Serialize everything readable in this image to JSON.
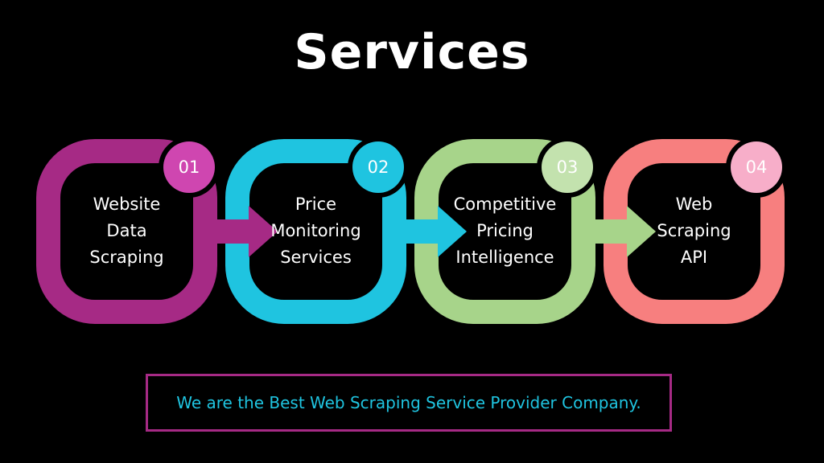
{
  "title": "Services",
  "steps": [
    {
      "number": "01",
      "label_lines": [
        "Website",
        "Data",
        "Scraping"
      ],
      "color": "#a62a85",
      "badge_color": "#cf46b0"
    },
    {
      "number": "02",
      "label_lines": [
        "Price",
        "Monitoring",
        "Services"
      ],
      "color": "#1fc4e0",
      "badge_color": "#1fc4e0"
    },
    {
      "number": "03",
      "label_lines": [
        "Competitive",
        "Pricing",
        "Intelligence"
      ],
      "color": "#a7d48a",
      "badge_color": "#c3e2ae"
    },
    {
      "number": "04",
      "label_lines": [
        "Web",
        "Scraping",
        "API"
      ],
      "color": "#f77f7f",
      "badge_color": "#f7aec9"
    }
  ],
  "footer": {
    "text": "We are the Best Web Scraping Service Provider Company.",
    "border_color": "#a62a85",
    "text_color": "#1fc4e0"
  }
}
